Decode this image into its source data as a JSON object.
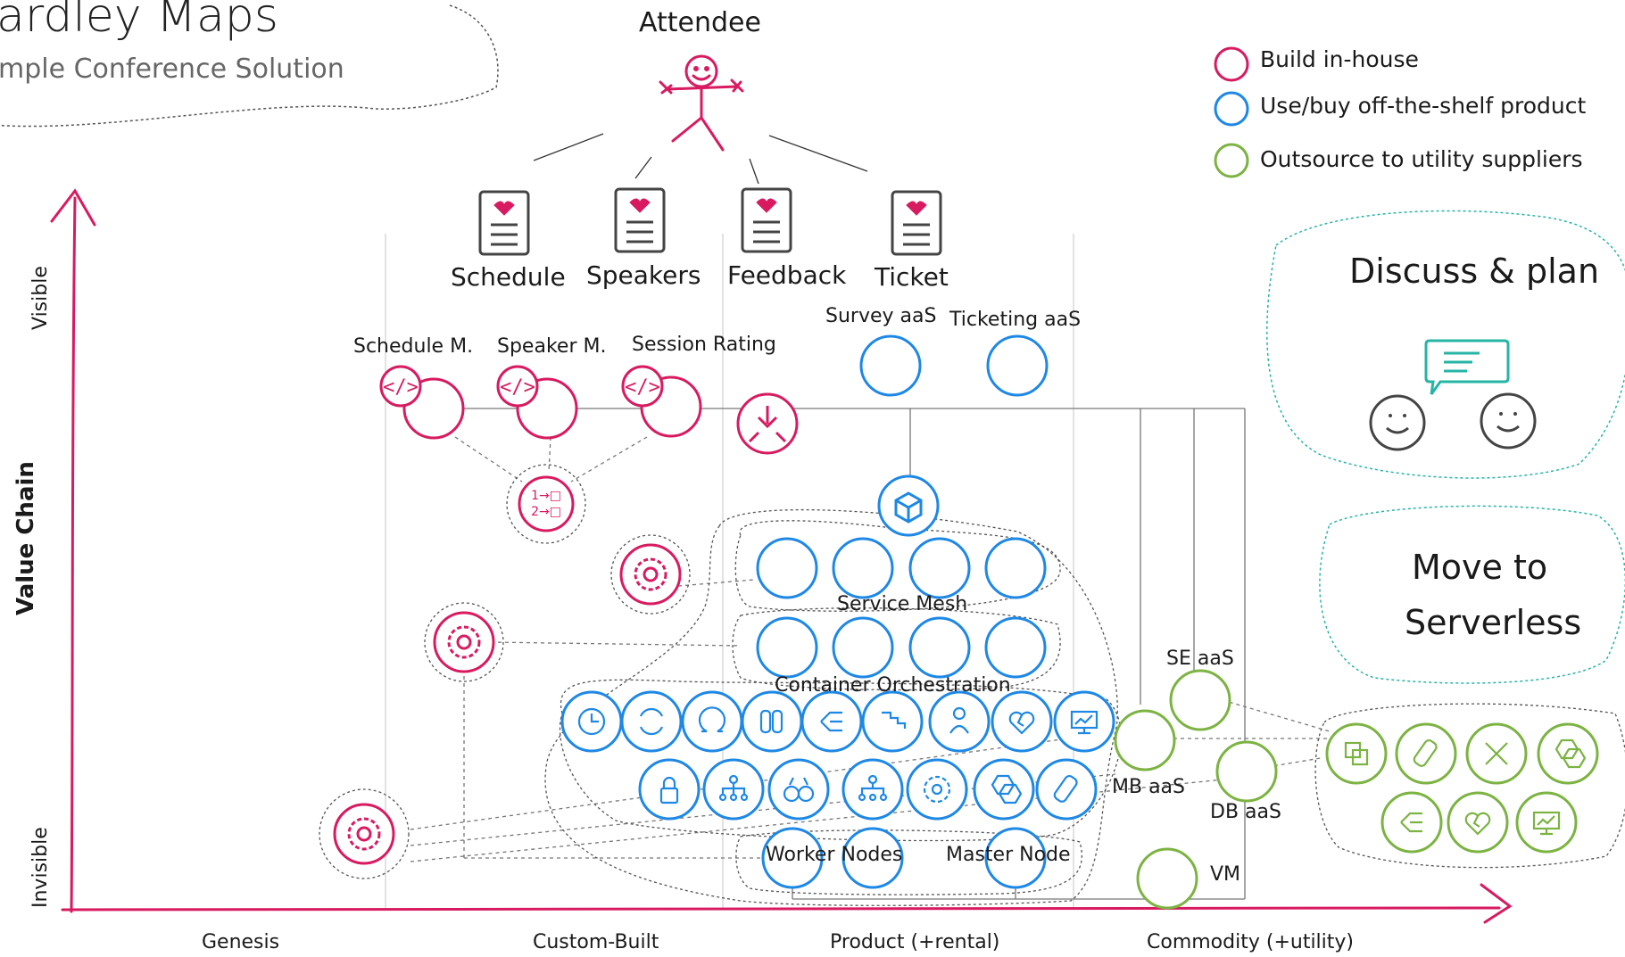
{
  "title": "ardley Maps",
  "subtitle": "mple Conference Solution",
  "attendee": "Attendee",
  "user_needs": [
    {
      "label": "Schedule"
    },
    {
      "label": "Speakers"
    },
    {
      "label": "Feedback"
    },
    {
      "label": "Ticket"
    }
  ],
  "components": {
    "schedule_m": "Schedule M.",
    "speaker_m": "Speaker M.",
    "session_rating": "Session Rating",
    "survey_aas": "Survey aaS",
    "ticketing_aas": "Ticketing aaS",
    "service_mesh": "Service Mesh",
    "container_orchestration": "Container Orchestration",
    "se_aas": "SE aaS",
    "mb_aas": "MB aaS",
    "db_aas": "DB aaS",
    "worker_nodes": "Worker Nodes",
    "master_node": "Master Node",
    "vm": "VM"
  },
  "legend": [
    {
      "label": "Build in-house",
      "color": "#d81b60"
    },
    {
      "label": "Use/buy off-the-shelf product",
      "color": "#1e88e5"
    },
    {
      "label": "Outsource to utility suppliers",
      "color": "#7cb342"
    }
  ],
  "clouds": {
    "discuss": "Discuss & plan",
    "move_line1": "Move to",
    "move_line2": "Serverless"
  },
  "axis": {
    "y_title": "Value Chain",
    "y_top": "Visible",
    "y_bottom": "Invisible",
    "x_stages": [
      "Genesis",
      "Custom-Built",
      "Product (+rental)",
      "Commodity (+utility)"
    ]
  },
  "colors": {
    "inhouse": "#d81b60",
    "product": "#1e88e5",
    "utility": "#7cb342",
    "teal": "#26b5a5",
    "ink": "#444444"
  }
}
